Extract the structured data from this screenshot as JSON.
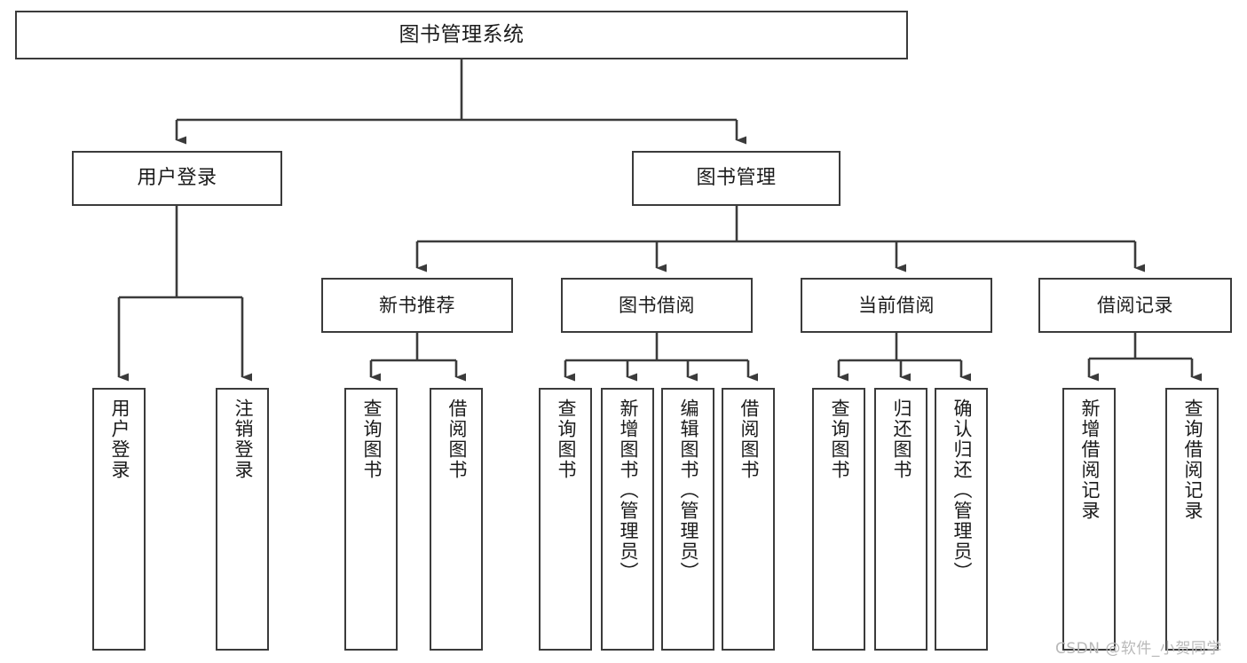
{
  "diagram": {
    "title": "图书管理系统",
    "type": "功能结构图",
    "watermark": "CSDN @软件_小贺同学",
    "line_color": "#3b3b3b",
    "box_fill": "#ffffff",
    "text_color": "#1b1b1b",
    "watermark_color": "#b9b9b9"
  },
  "root": {
    "label": "图书管理系统"
  },
  "level2": [
    {
      "label": "用户登录"
    },
    {
      "label": "图书管理"
    }
  ],
  "level3": [
    {
      "label": "新书推荐"
    },
    {
      "label": "图书借阅"
    },
    {
      "label": "当前借阅"
    },
    {
      "label": "借阅记录"
    }
  ],
  "leaves": {
    "user_login": [
      {
        "label": "用户登录"
      },
      {
        "label": "注销登录"
      }
    ],
    "new_book_recommend": [
      {
        "label": "查询图书"
      },
      {
        "label": "借阅图书"
      }
    ],
    "book_borrow": [
      {
        "label": "查询图书"
      },
      {
        "label": "新增图书（管理员）"
      },
      {
        "label": "编辑图书（管理员）"
      },
      {
        "label": "借阅图书"
      }
    ],
    "current_borrow": [
      {
        "label": "查询图书"
      },
      {
        "label": "归还图书"
      },
      {
        "label": "确认归还（管理员）"
      }
    ],
    "borrow_record": [
      {
        "label": "新增借阅记录"
      },
      {
        "label": "查询借阅记录"
      }
    ]
  }
}
